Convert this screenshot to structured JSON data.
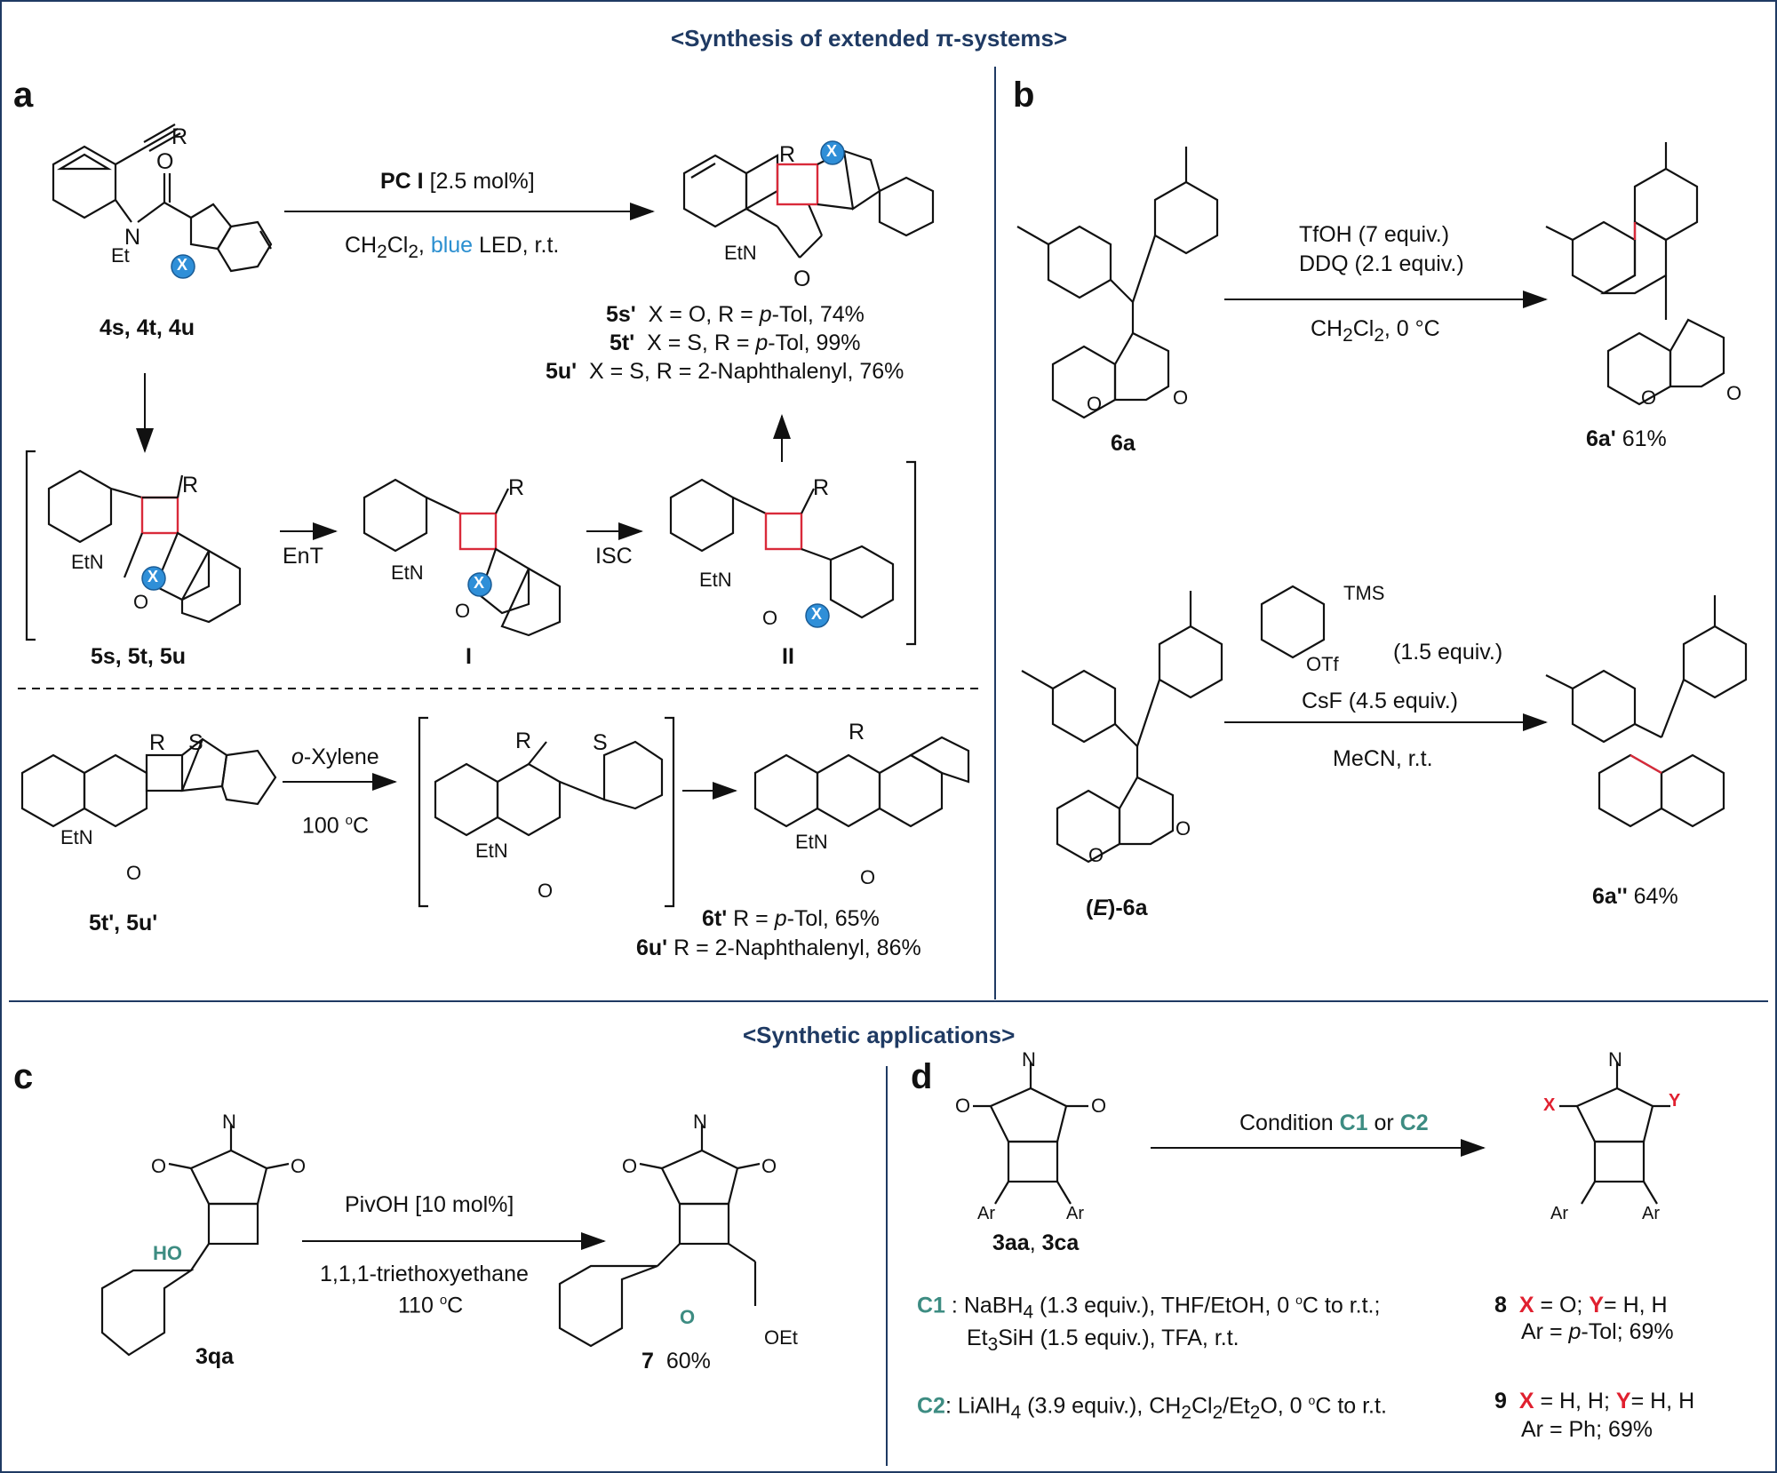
{
  "headers": {
    "extended": "<Synthesis of extended π-systems>",
    "applications": "<Synthetic applications>"
  },
  "panels": {
    "a": "a",
    "b": "b",
    "c": "c",
    "d": "d"
  },
  "panel_a": {
    "reagent_pc": "PC I",
    "reagent_loading": "[2.5 mol%]",
    "cond_solvent": "CH",
    "cond_sub2": "2",
    "cond_cl": "Cl",
    "cond_sub2b": "2",
    "cond_sep": ",",
    "cond_blue": "blue",
    "cond_rest": "LED, r.t.",
    "sm_label": "4s, 4t, 4u",
    "prod_5s": {
      "id": "5s'",
      "text": "X = O, R = ",
      "tol": "p",
      "rest": "-Tol, 74%"
    },
    "prod_5t": {
      "id": "5t'",
      "text": "X = S, R = ",
      "tol": "p",
      "rest": "-Tol, 99%"
    },
    "prod_5u": {
      "id": "5u'",
      "text": "X = S, R = 2-Naphthalenyl, 76%"
    },
    "step_ent": "EnT",
    "step_isc": "ISC",
    "int_label_5s": "5s, 5t, 5u",
    "int_label_I": "I",
    "int_label_II": "II",
    "xylene_o": "o",
    "xylene_rest": "-Xylene",
    "temp": "100",
    "temp_deg": "o",
    "temp_c": "C",
    "sm2_label": "5t', 5u'",
    "prod_6t": {
      "id": "6t'",
      "text": "R = ",
      "tol": "p",
      "rest": "-Tol, 65%"
    },
    "prod_6u": {
      "id": "6u'",
      "text": "R = 2-Naphthalenyl, 86%"
    }
  },
  "panel_b": {
    "cond1": "TfOH (7 equiv.)",
    "cond2": "DDQ (2.1 equiv.)",
    "cond3": "CH",
    "cond3_sub": "2",
    "cond3_cl": "Cl",
    "cond3_sub2": "2",
    "cond3_rest": ", 0 °C",
    "sm_label": "6a",
    "prod_label_id": "6a'",
    "prod_label_yield": "61%",
    "tms": "TMS",
    "otf": "OTf",
    "equiv": "(1.5 equiv.)",
    "csf": "CsF (4.5 equiv.)",
    "mecn": "MeCN, r.t.",
    "sm2_paren_open": "(",
    "sm2_e": "E",
    "sm2_paren_close": ")-6a",
    "prod2_id": "6a''",
    "prod2_yield": "64%"
  },
  "panel_c": {
    "reagent": "PivOH [10 mol%]",
    "solvent": "1,1,1-triethoxyethane",
    "temp": "110",
    "temp_deg": "o",
    "temp_c": "C",
    "sm_label": "3qa",
    "ho": "HO",
    "prod_id": "7",
    "prod_yield": "60%",
    "oet": "OEt",
    "o_teal": "O"
  },
  "panel_d": {
    "cond_text": "Condition",
    "c1": "C1",
    "or": "or",
    "c2": "C2",
    "sm_label_a": "3aa",
    "sm_label_sep": ", ",
    "sm_label_b": "3ca",
    "x": "X",
    "y": "Y",
    "ar": "Ar",
    "c1_line1": ": NaBH",
    "c1_line1_sub": "4",
    "c1_line1_rest": " (1.3 equiv.), THF/EtOH, 0 ",
    "c1_deg": "o",
    "c1_line1_end": "C to r.t.;",
    "c1_line2": "Et",
    "c1_line2_sub": "3",
    "c1_line2_rest": "SiH (1.5 equiv.), TFA, r.t.",
    "c2_line": ": LiAlH",
    "c2_sub": "4",
    "c2_rest": " (3.9 equiv.), CH",
    "c2_sub2": "2",
    "c2_cl": "Cl",
    "c2_sub3": "2",
    "c2_et": "/Et",
    "c2_sub4": "2",
    "c2_o": "O, 0 ",
    "c2_deg": "o",
    "c2_end": "C to r.t.",
    "r8_id": "8",
    "r8_x": "X",
    "r8_xv": " = O; ",
    "r8_y": "Y",
    "r8_yv": "= H, H",
    "r8_ar": "Ar = ",
    "r8_p": "p",
    "r8_rest": "-Tol; 69%",
    "r9_id": "9",
    "r9_x": "X",
    "r9_xv": " = H, H; ",
    "r9_y": "Y",
    "r9_yv": "= H, H",
    "r9_ar": "Ar = Ph; 69%"
  },
  "atoms": {
    "R": "R",
    "N": "N",
    "Et": "Et",
    "EtN": "EtN",
    "O": "O",
    "X": "X",
    "S": "S"
  }
}
